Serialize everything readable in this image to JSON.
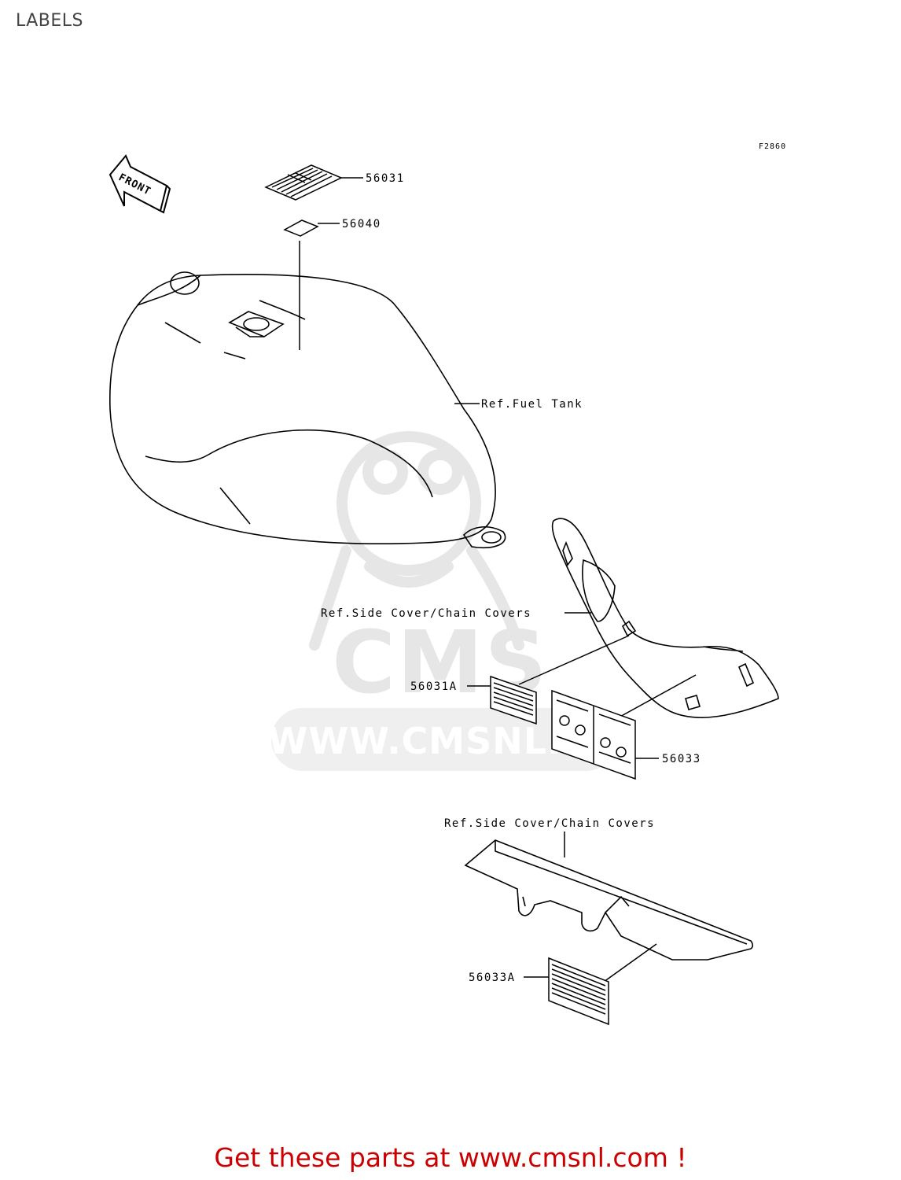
{
  "page": {
    "title": "LABELS",
    "figure_code": "F2860",
    "front_label": "FRONT",
    "footer_cta": "Get these parts at www.cmsnl.com !"
  },
  "watermark": {
    "brand": "CMS",
    "url": "WWW.CMSNL.CO"
  },
  "callouts": [
    "56031",
    "56040",
    "Ref.Fuel Tank",
    "Ref.Side Cover/Chain Covers",
    "56031A",
    "56033",
    "Ref.Side Cover/Chain Covers",
    "56033A"
  ],
  "colors": {
    "footer": "#cc0000",
    "title": "#444444",
    "watermark": "#e6e6e6",
    "ink": "#000000"
  }
}
